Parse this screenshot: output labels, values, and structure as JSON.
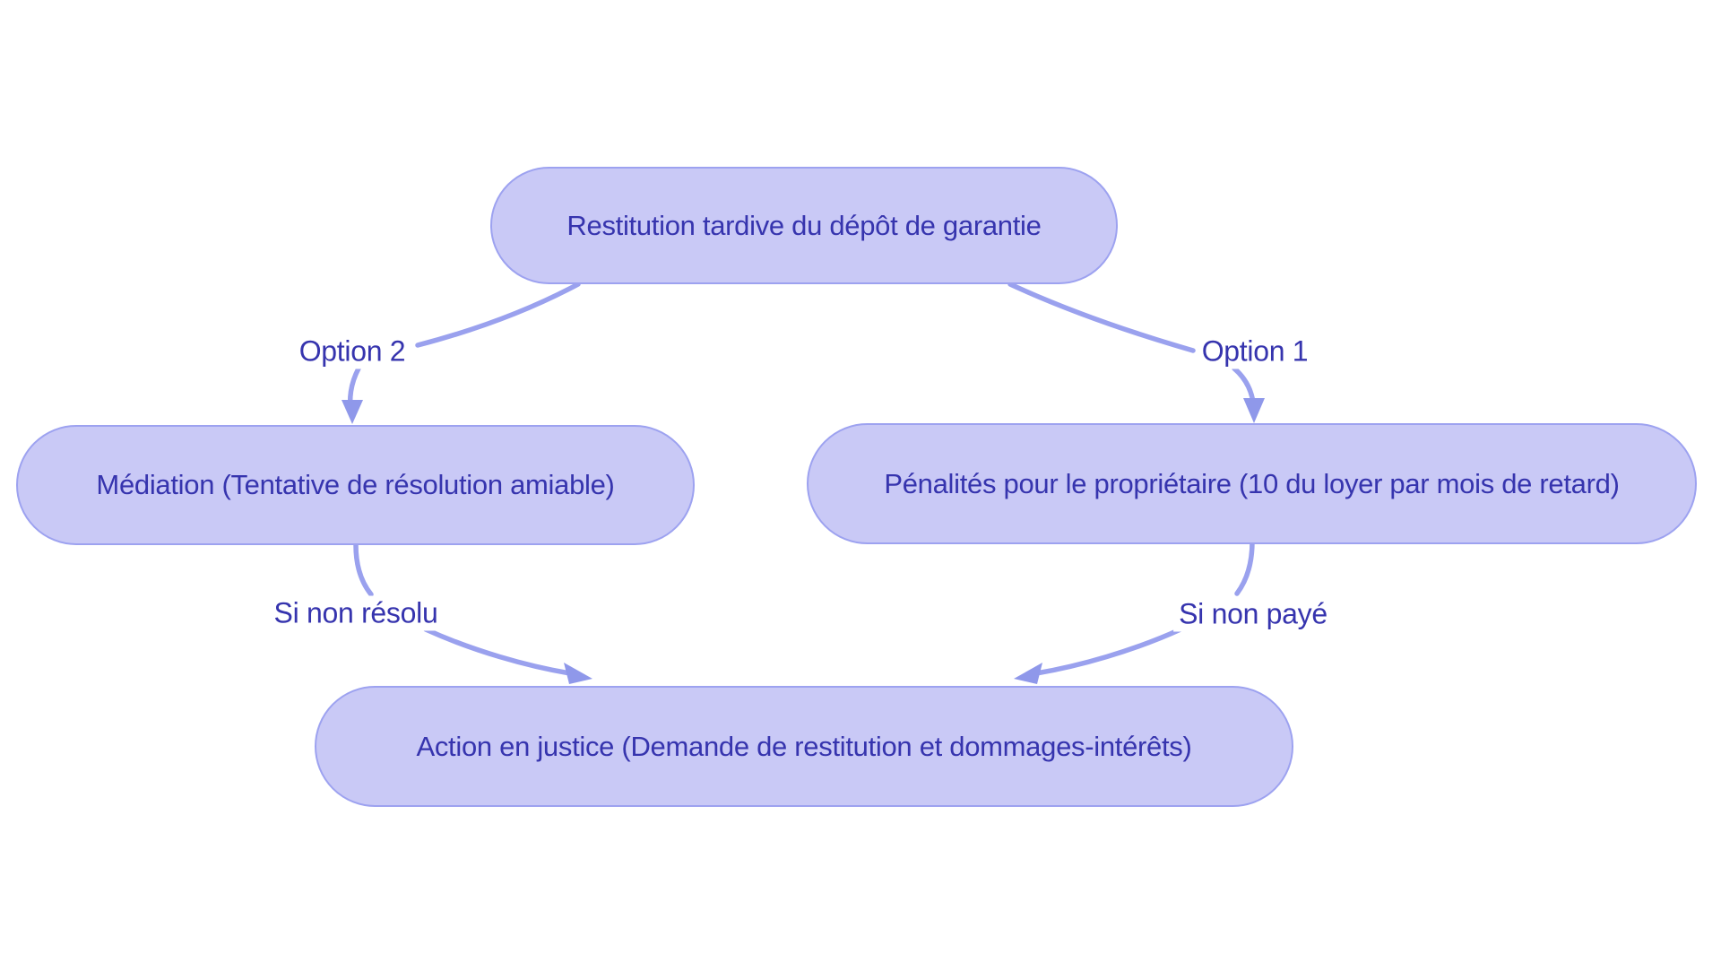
{
  "diagram": {
    "type": "flowchart",
    "direction": "top-down",
    "nodes": [
      {
        "id": "restitution",
        "label": "Restitution tardive du dépôt de garantie"
      },
      {
        "id": "mediation",
        "label": "Médiation (Tentative de résolution amiable)"
      },
      {
        "id": "penalites",
        "label": "Pénalités pour le propriétaire (10 du loyer par mois de retard)"
      },
      {
        "id": "action",
        "label": "Action en justice (Demande de restitution et dommages-intérêts)"
      }
    ],
    "edges": [
      {
        "from": "restitution",
        "to": "mediation",
        "label": "Option 2"
      },
      {
        "from": "restitution",
        "to": "penalites",
        "label": "Option 1"
      },
      {
        "from": "mediation",
        "to": "action",
        "label": "Si non résolu"
      },
      {
        "from": "penalites",
        "to": "action",
        "label": "Si non payé"
      }
    ]
  },
  "theme": {
    "bg_color": "#ffffff",
    "node_fill": "#c9c9f6",
    "node_border": "#9da2f0",
    "node_text": "#3634ae",
    "edge_color": "#9aa1ee",
    "arrow_color": "#8f98ea",
    "label_text": "#3634ae"
  }
}
